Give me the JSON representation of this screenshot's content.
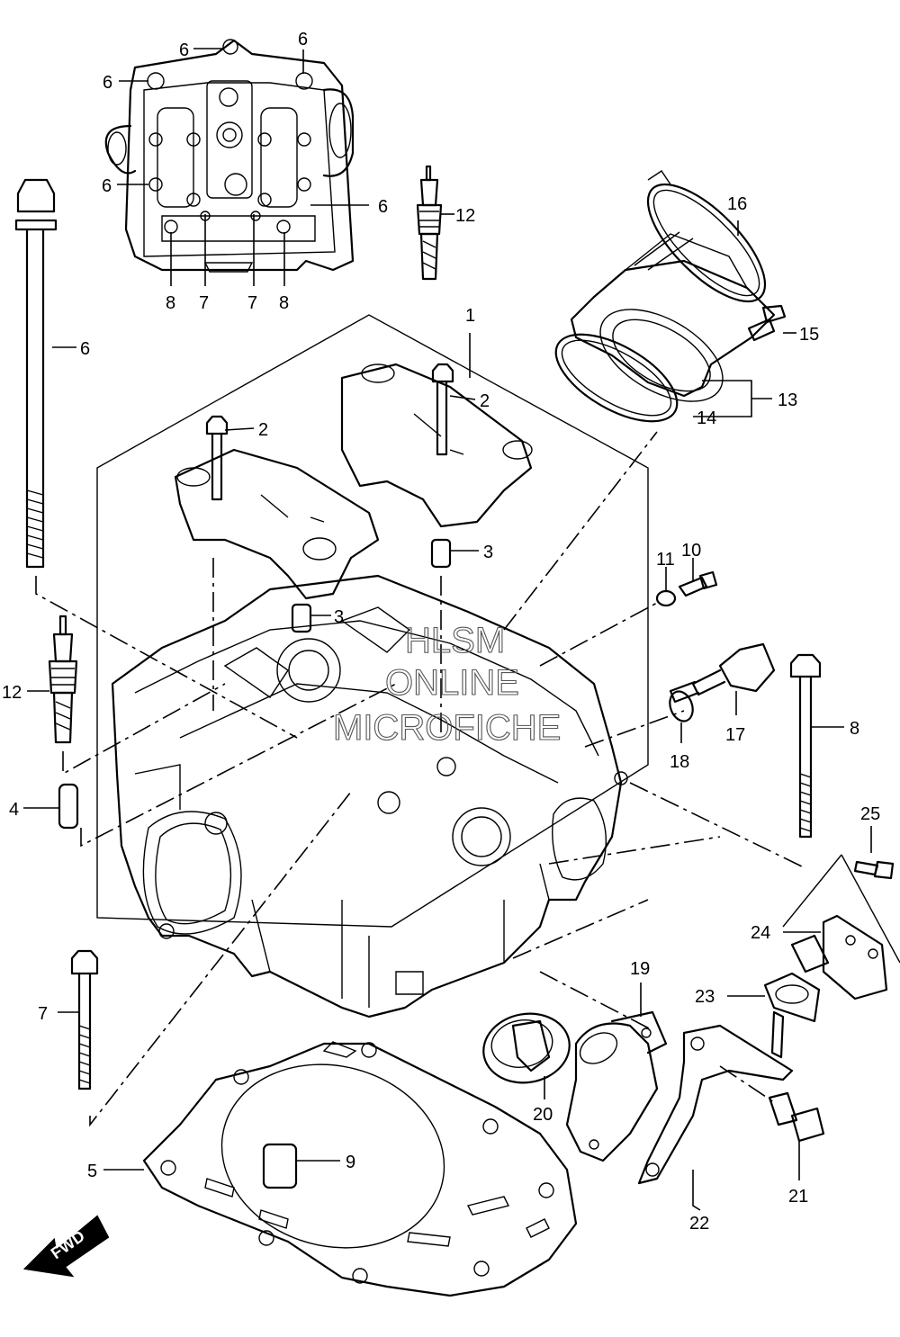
{
  "watermark": {
    "line1": "HLSM",
    "line2": "ONLINE",
    "line3": "MICROFICHE"
  },
  "fwd_label": "FWD",
  "callouts": {
    "c1": "1",
    "c2a": "2",
    "c2b": "2",
    "c3a": "3",
    "c3b": "3",
    "c4": "4",
    "c5": "5",
    "c6_top": "6",
    "c6_tr": "6",
    "c6_tl": "6",
    "c6_ml": "6",
    "c6_mr": "6",
    "c6_stud": "6",
    "c7a": "7",
    "c7b": "7",
    "c7_bolt": "7",
    "c8a": "8",
    "c8b": "8",
    "c8_bolt": "8",
    "c9": "9",
    "c10": "10",
    "c11": "11",
    "c12_top": "12",
    "c12_left": "12",
    "c13": "13",
    "c14": "14",
    "c15": "15",
    "c16": "16",
    "c17": "17",
    "c18": "18",
    "c19": "19",
    "c20": "20",
    "c21": "21",
    "c22": "22",
    "c23": "23",
    "c24": "24",
    "c25": "25"
  }
}
